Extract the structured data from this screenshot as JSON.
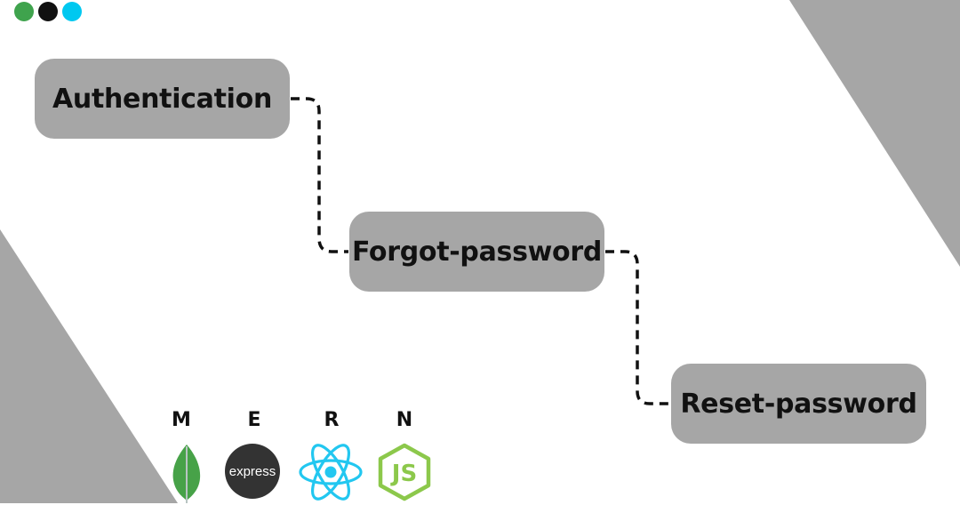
{
  "decor": {
    "dots": [
      {
        "name": "green-dot",
        "color": "#3fa34d"
      },
      {
        "name": "black-dot",
        "color": "#111111"
      },
      {
        "name": "cyan-dot",
        "color": "#00c8f0"
      }
    ],
    "shape_color": "#a6a6a6"
  },
  "flow": {
    "nodes": [
      {
        "id": "authentication",
        "label": "Authentication"
      },
      {
        "id": "forgot-password",
        "label": "Forgot-password"
      },
      {
        "id": "reset-password",
        "label": "Reset-password"
      }
    ],
    "edges": [
      {
        "from": "authentication",
        "to": "forgot-password",
        "style": "dashed"
      },
      {
        "from": "forgot-password",
        "to": "reset-password",
        "style": "dashed"
      }
    ]
  },
  "tech_stack": {
    "letters": [
      "M",
      "E",
      "R",
      "N"
    ],
    "logos": [
      "mongodb-leaf-icon",
      "express-logo",
      "react-atom-icon",
      "nodejs-hexagon-icon"
    ],
    "express_text": "express",
    "node_text": "JS"
  }
}
